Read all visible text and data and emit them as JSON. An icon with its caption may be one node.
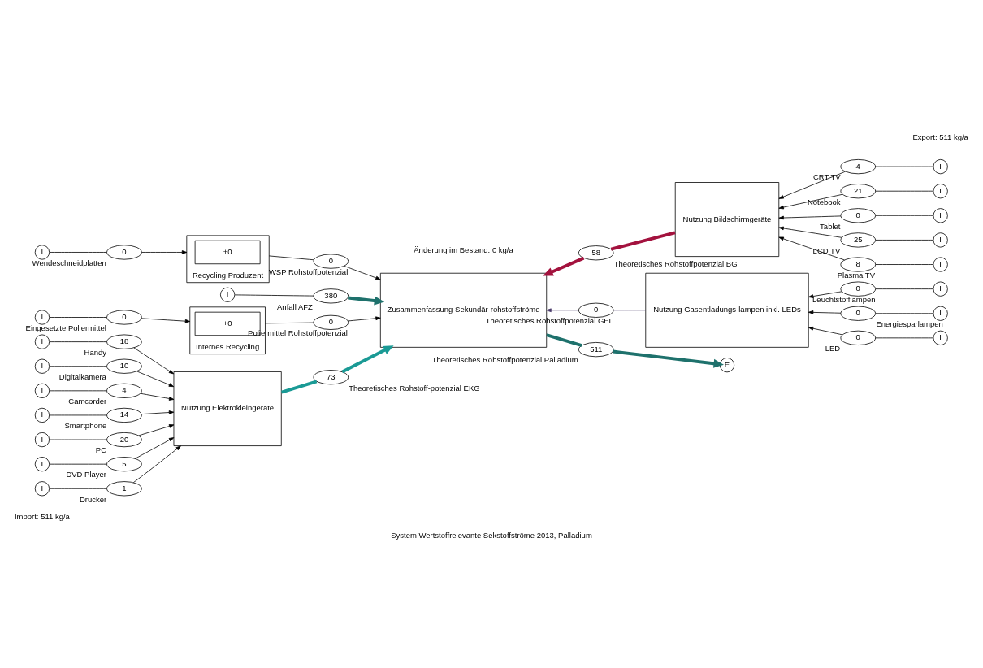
{
  "diagram": {
    "caption": "System Wertstoffrelevante Sekstoffströme 2013, Palladium",
    "nodes": [
      {
        "text": [
          "Nutzung Elektrokleingeräte"
        ]
      },
      {
        "text": [
          "Recycling Produzent"
        ]
      },
      {
        "text": [
          "+0"
        ],
        "in": 1
      },
      {
        "text": [
          "Internes Recycling"
        ]
      },
      {
        "text": [
          "+0"
        ],
        "in": 3
      },
      {
        "text": [
          "Zusammenfassung Sekundär-rohstoffströme"
        ]
      },
      {
        "text": [
          "Nutzung Bildschirmgeräte"
        ]
      },
      {
        "text": [
          "Nutzung Gasentladungs-lampen inkl. LEDs"
        ]
      },
      {
        "text": [
          "I"
        ]
      },
      {
        "text": [
          "18"
        ],
        "beside": [
          "Handy"
        ]
      },
      {
        "text": [
          "I"
        ]
      },
      {
        "text": [
          "14"
        ],
        "beside": [
          "Smartphone"
        ]
      },
      {
        "text": [
          "I"
        ]
      },
      {
        "text": [
          "20"
        ],
        "beside": [
          "PC"
        ]
      },
      {
        "text": [
          "I"
        ]
      },
      {
        "text": [
          "5"
        ],
        "beside": [
          "DVD Player"
        ]
      },
      {
        "text": [
          "I"
        ]
      },
      {
        "text": [
          "1"
        ],
        "beside": [
          "Drucker"
        ]
      },
      {
        "text": [
          "I"
        ]
      },
      {
        "text": [
          "10"
        ],
        "beside": [
          "Digitalkamera"
        ]
      },
      {
        "text": [
          "I"
        ]
      },
      {
        "text": [
          "4"
        ],
        "beside": [
          "Camcorder"
        ]
      },
      {
        "text": [
          "I"
        ]
      },
      {
        "text": [
          "0"
        ],
        "beside": [
          "Wendeschneidplatten"
        ]
      },
      {
        "text": [
          "I"
        ]
      },
      {
        "text": [
          "0"
        ],
        "beside": [
          "Eingesetzte Poliermittel"
        ]
      },
      {
        "text": [
          "I"
        ]
      },
      {
        "text": [
          "380"
        ],
        "beside": [
          "Anfall AFZ"
        ]
      },
      {
        "text": [
          "73"
        ],
        "beside": [
          "Theoretisches Rohstoff-potenzial EKG"
        ]
      },
      {
        "text": [
          "58"
        ],
        "beside": [
          "Theoretisches Rohstoffpotenzial BG"
        ]
      },
      {
        "text": [
          "0"
        ],
        "beside": [
          "WSP Rohstoffpotenzial"
        ]
      },
      {
        "text": [
          "0"
        ],
        "beside": [
          "Poliermittel Rohstoffpotenzial"
        ]
      },
      {
        "text": [
          "0"
        ],
        "beside": [
          "Theoretisches Rohstoffpotenzial GEL"
        ]
      },
      {
        "text": [
          "511"
        ],
        "beside": [
          "Theoretisches Rohstoffpotenzial Palladium"
        ]
      },
      {
        "text": [
          "E"
        ]
      },
      {
        "text": [
          "I"
        ]
      },
      {
        "text": [
          "25"
        ],
        "beside": [
          "LCD TV"
        ]
      },
      {
        "text": [
          "I"
        ]
      },
      {
        "text": [
          "8"
        ],
        "beside": [
          "Plasma TV"
        ]
      },
      {
        "text": [
          "I"
        ]
      },
      {
        "text": [
          "4"
        ],
        "beside": [
          "CRT TV"
        ]
      },
      {
        "text": [
          "I"
        ]
      },
      {
        "text": [
          "21"
        ],
        "beside": [
          "Notebook"
        ]
      },
      {
        "text": [
          "I"
        ]
      },
      {
        "text": [
          "0"
        ],
        "beside": [
          "Tablet"
        ]
      },
      {
        "text": [
          "I"
        ]
      },
      {
        "text": [
          "0"
        ],
        "beside": [
          "LED"
        ]
      },
      {
        "text": [
          "I"
        ]
      },
      {
        "text": [
          "0"
        ],
        "beside": [
          "Leuchtstofflampen"
        ]
      },
      {
        "text": [
          "I"
        ]
      },
      {
        "text": [
          "0"
        ],
        "beside": [
          "Energiesparlampen"
        ]
      }
    ],
    "edges": [
      {
        "from": 8,
        "to": 9,
        "arrow": "none"
      },
      {
        "from": 9,
        "to": 0,
        "arrow": "to"
      },
      {
        "from": 10,
        "to": 11,
        "arrow": "none"
      },
      {
        "from": 11,
        "to": 0,
        "arrow": "to"
      },
      {
        "from": 12,
        "to": 13,
        "arrow": "none"
      },
      {
        "from": 13,
        "to": 0,
        "arrow": "to"
      },
      {
        "from": 14,
        "to": 15,
        "arrow": "none"
      },
      {
        "from": 15,
        "to": 0,
        "arrow": "to"
      },
      {
        "from": 16,
        "to": 17,
        "arrow": "none"
      },
      {
        "from": 17,
        "to": 0,
        "arrow": "to"
      },
      {
        "from": 18,
        "to": 19,
        "arrow": "none"
      },
      {
        "from": 19,
        "to": 0,
        "arrow": "to"
      },
      {
        "from": 20,
        "to": 21,
        "arrow": "none"
      },
      {
        "from": 21,
        "to": 0,
        "arrow": "to"
      },
      {
        "from": 22,
        "to": 23,
        "arrow": "none"
      },
      {
        "from": 23,
        "to": 1,
        "arrow": "to"
      },
      {
        "from": 24,
        "to": 25,
        "arrow": "none"
      },
      {
        "from": 25,
        "to": 3,
        "arrow": "to"
      },
      {
        "from": 26,
        "to": 27,
        "arrow": "none"
      },
      {
        "from": 27,
        "to": 5,
        "arrow": "to",
        "style": "thick",
        "color": "#1e716c"
      },
      {
        "from": 0,
        "to": 28,
        "arrow": "none",
        "style": "thick",
        "color": "#1a9a95"
      },
      {
        "from": 28,
        "to": 5,
        "arrow": "to",
        "style": "thick",
        "color": "#1a9a95"
      },
      {
        "from": 6,
        "to": 29,
        "arrow": "none",
        "style": "thick",
        "color": "#a3123e"
      },
      {
        "from": 29,
        "to": 5,
        "arrow": "to",
        "style": "thick",
        "color": "#a3123e"
      },
      {
        "from": 1,
        "to": 30,
        "arrow": "none"
      },
      {
        "from": 30,
        "to": 5,
        "arrow": "to"
      },
      {
        "from": 3,
        "to": 31,
        "arrow": "none"
      },
      {
        "from": 31,
        "to": 5,
        "arrow": "to"
      },
      {
        "from": 7,
        "to": 32,
        "arrow": "none",
        "color": "#4a3a6a"
      },
      {
        "from": 32,
        "to": 5,
        "arrow": "to",
        "color": "#4a3a6a"
      },
      {
        "from": 5,
        "to": 33,
        "arrow": "none",
        "style": "thick",
        "color": "#1e716c"
      },
      {
        "from": 33,
        "to": 34,
        "arrow": "to",
        "style": "thick",
        "color": "#1e716c"
      },
      {
        "from": 35,
        "to": 36,
        "arrow": "none"
      },
      {
        "from": 36,
        "to": 6,
        "arrow": "to"
      },
      {
        "from": 37,
        "to": 38,
        "arrow": "none"
      },
      {
        "from": 38,
        "to": 6,
        "arrow": "to"
      },
      {
        "from": 39,
        "to": 40,
        "arrow": "none"
      },
      {
        "from": 40,
        "to": 6,
        "arrow": "to"
      },
      {
        "from": 41,
        "to": 42,
        "arrow": "none"
      },
      {
        "from": 42,
        "to": 6,
        "arrow": "to"
      },
      {
        "from": 43,
        "to": 44,
        "arrow": "none"
      },
      {
        "from": 44,
        "to": 6,
        "arrow": "to"
      },
      {
        "from": 45,
        "to": 46,
        "arrow": "none"
      },
      {
        "from": 46,
        "to": 7,
        "arrow": "to"
      },
      {
        "from": 47,
        "to": 48,
        "arrow": "none"
      },
      {
        "from": 48,
        "to": 7,
        "arrow": "to"
      },
      {
        "from": 49,
        "to": 50,
        "arrow": "none"
      },
      {
        "from": 50,
        "to": 7,
        "arrow": "to"
      }
    ],
    "labels": [
      "Import: 511 kg/a",
      "Änderung im Bestand: 0 kg/a",
      "Export: 511 kg/a"
    ]
  }
}
